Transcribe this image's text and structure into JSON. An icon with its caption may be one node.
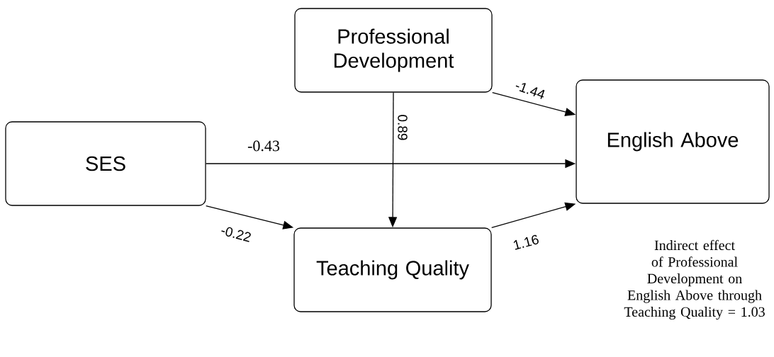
{
  "diagram": {
    "nodes": [
      {
        "text": [
          "Professional Development"
        ]
      },
      {
        "text": [
          "SES"
        ]
      },
      {
        "text": [
          "English Above"
        ]
      },
      {
        "text": [
          "Teaching Quality"
        ]
      }
    ],
    "edges": [
      {
        "from": 0,
        "to": 2,
        "arrow": "to",
        "label": "-1.44"
      },
      {
        "from": 1,
        "to": 2,
        "arrow": "to",
        "label": "-0.43"
      },
      {
        "from": 0,
        "to": 3,
        "arrow": "to",
        "label": "0.89"
      },
      {
        "from": 1,
        "to": 3,
        "arrow": "to",
        "label": "-0.22"
      },
      {
        "from": 3,
        "to": 2,
        "arrow": "to",
        "label": "1.16"
      }
    ],
    "labels": [
      "Indirect effect of Professional Development on English Above through Teaching Quality = 1.03"
    ]
  }
}
